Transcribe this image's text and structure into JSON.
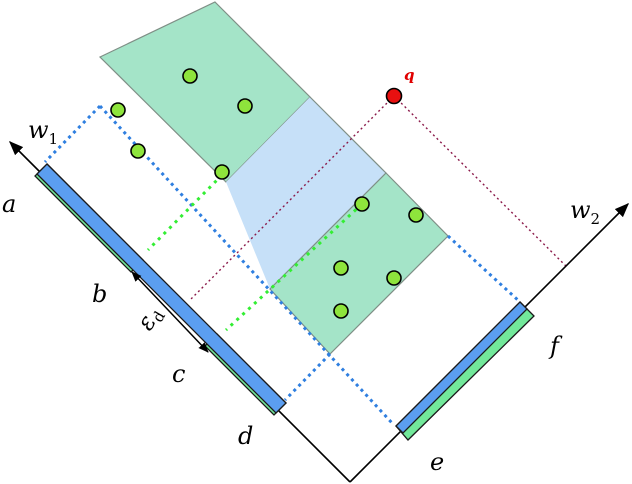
{
  "labels": {
    "w1_base": "w",
    "w1_sub": "1",
    "w2_base": "w",
    "w2_sub": "2",
    "a": "a",
    "b": "b",
    "c": "c",
    "d": "d",
    "e": "e",
    "f": "f",
    "q": "q",
    "eps_base": "ε",
    "eps_sub": "d"
  },
  "colors": {
    "teal_region": "#a4e4c8",
    "blue_band": "#c6e0f8",
    "green_interval": "#72e89a",
    "blue_interval": "#5b9ef0",
    "point_fill": "#8ee43c",
    "query_point": "#e81010",
    "dotted_blue": "#2f7fe0",
    "dotted_green": "#33ee33",
    "dotted_query": "#8b1a4a",
    "axis": "#000000",
    "region_edge": "#7f8f86"
  },
  "points": {
    "upper_region_count": 5,
    "lower_region_count": 5
  }
}
